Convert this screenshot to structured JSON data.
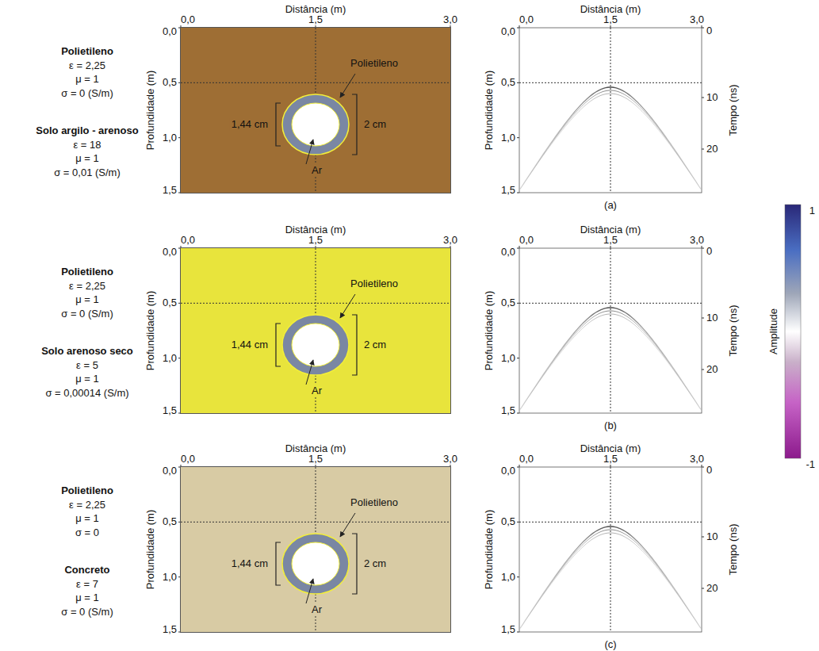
{
  "diagram": {
    "nodes": [
      {
        "text": [
          "Polietileno",
          "1,44 cm",
          "2 cm",
          "Ar"
        ]
      },
      {
        "text": [
          "Polietileno",
          "1,44 cm",
          "2 cm",
          "Ar"
        ]
      },
      {
        "text": [
          "Polietileno",
          "1,44 cm",
          "2 cm",
          "Ar"
        ]
      }
    ],
    "labels": [
      "Polietileno",
      "ε = 2,25",
      "μ = 1",
      "σ = 0 (S/m)",
      "Solo argilo - arenoso",
      "ε = 18",
      "μ = 1",
      "σ = 0,01 (S/m)",
      "Distância (m)",
      "0,0",
      "1,5",
      "3,0",
      "Profundidade (m)",
      "0,0",
      "0,5",
      "1,0",
      "1,5",
      "Distância (m)",
      "0,0",
      "1,5",
      "3,0",
      "Profundidade (m)",
      "0,0",
      "0,5",
      "1,0",
      "1,5",
      "Tempo (ns)",
      "0",
      "10",
      "20",
      "(a)",
      "Polietileno",
      "ε = 2,25",
      "μ = 1",
      "σ = 0 (S/m)",
      "Solo arenoso seco",
      "ε = 5",
      "μ = 1",
      "σ = 0,00014 (S/m)",
      "Distância (m)",
      "0,0",
      "1,5",
      "3,0",
      "Profundidade (m)",
      "0,0",
      "0,5",
      "1,0",
      "1,5",
      "Distância (m)",
      "0,0",
      "1,5",
      "3,0",
      "Profundidade (m)",
      "0,0",
      "0,5",
      "1,0",
      "1,5",
      "Tempo (ns)",
      "0",
      "10",
      "20",
      "(b)",
      "Polietileno",
      "ε = 2,25",
      "μ = 1",
      "σ = 0",
      "Concreto",
      "ε = 7",
      "μ = 1",
      "σ = 0 (S/m)",
      "Distância (m)",
      "0,0",
      "1,5",
      "3,0",
      "Profundidade (m)",
      "0,0",
      "0,5",
      "1,0",
      "1,5",
      "Distância (m)",
      "0,0",
      "1,5",
      "3,0",
      "Profundidade (m)",
      "0,0",
      "0,5",
      "1,0",
      "1,5",
      "Tempo (ns)",
      "0",
      "10",
      "20",
      "(c)",
      "1",
      "Amplitude",
      "-1"
    ]
  }
}
